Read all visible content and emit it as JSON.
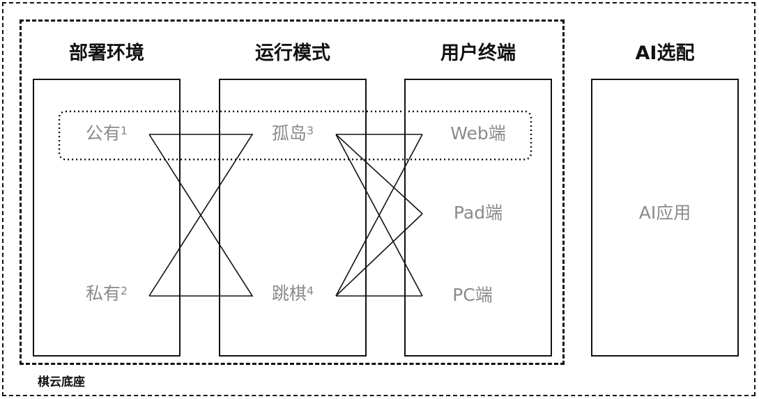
{
  "platform": {
    "label": "棋云底座"
  },
  "columns": [
    {
      "heading": "部署环境"
    },
    {
      "heading": "运行模式"
    },
    {
      "heading": "用户终端"
    },
    {
      "heading": "AI选配"
    }
  ],
  "nodes": {
    "public": {
      "label": "公有",
      "sup": "1"
    },
    "private": {
      "label": "私有",
      "sup": "2"
    },
    "island": {
      "label": "孤岛",
      "sup": "3"
    },
    "chess": {
      "label": "跳棋",
      "sup": "4"
    },
    "web": {
      "label": "Web端"
    },
    "pad": {
      "label": "Pad端"
    },
    "pc": {
      "label": "PC端"
    },
    "ai_app": {
      "label": "AI应用"
    }
  }
}
